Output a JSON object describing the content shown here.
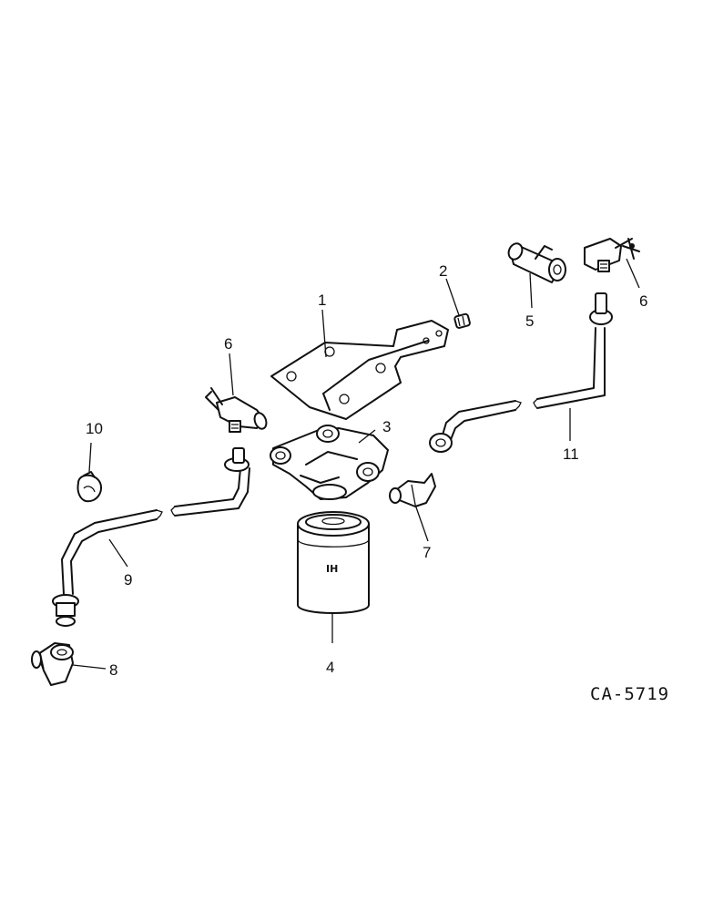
{
  "diagram": {
    "reference_code": "CA-5719",
    "callouts": {
      "c1": "1",
      "c2": "2",
      "c3": "3",
      "c4": "4",
      "c5": "5",
      "c6a": "6",
      "c6b": "6",
      "c7": "7",
      "c8": "8",
      "c9": "9",
      "c10": "10",
      "c11": "11"
    },
    "filter_logo": "IH"
  }
}
